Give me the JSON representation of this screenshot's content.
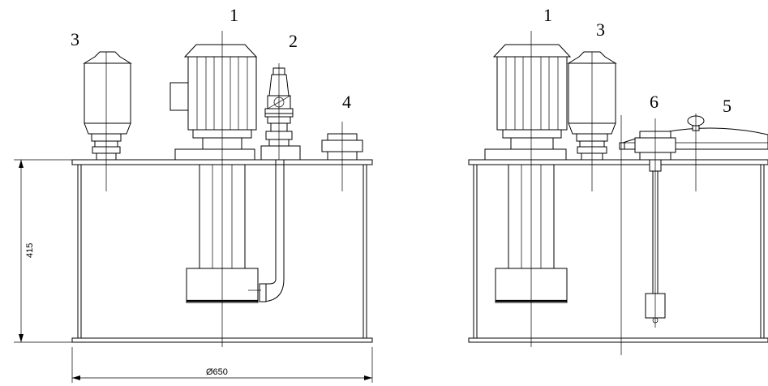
{
  "left_view": {
    "callouts": {
      "pump": "1",
      "valve": "2",
      "mixer": "3",
      "port": "4"
    },
    "dimensions": {
      "height": "415",
      "diameter": "Ø650"
    }
  },
  "right_view": {
    "callouts": {
      "pump": "1",
      "mixer": "3",
      "level_switch": "6",
      "lid": "5"
    }
  }
}
